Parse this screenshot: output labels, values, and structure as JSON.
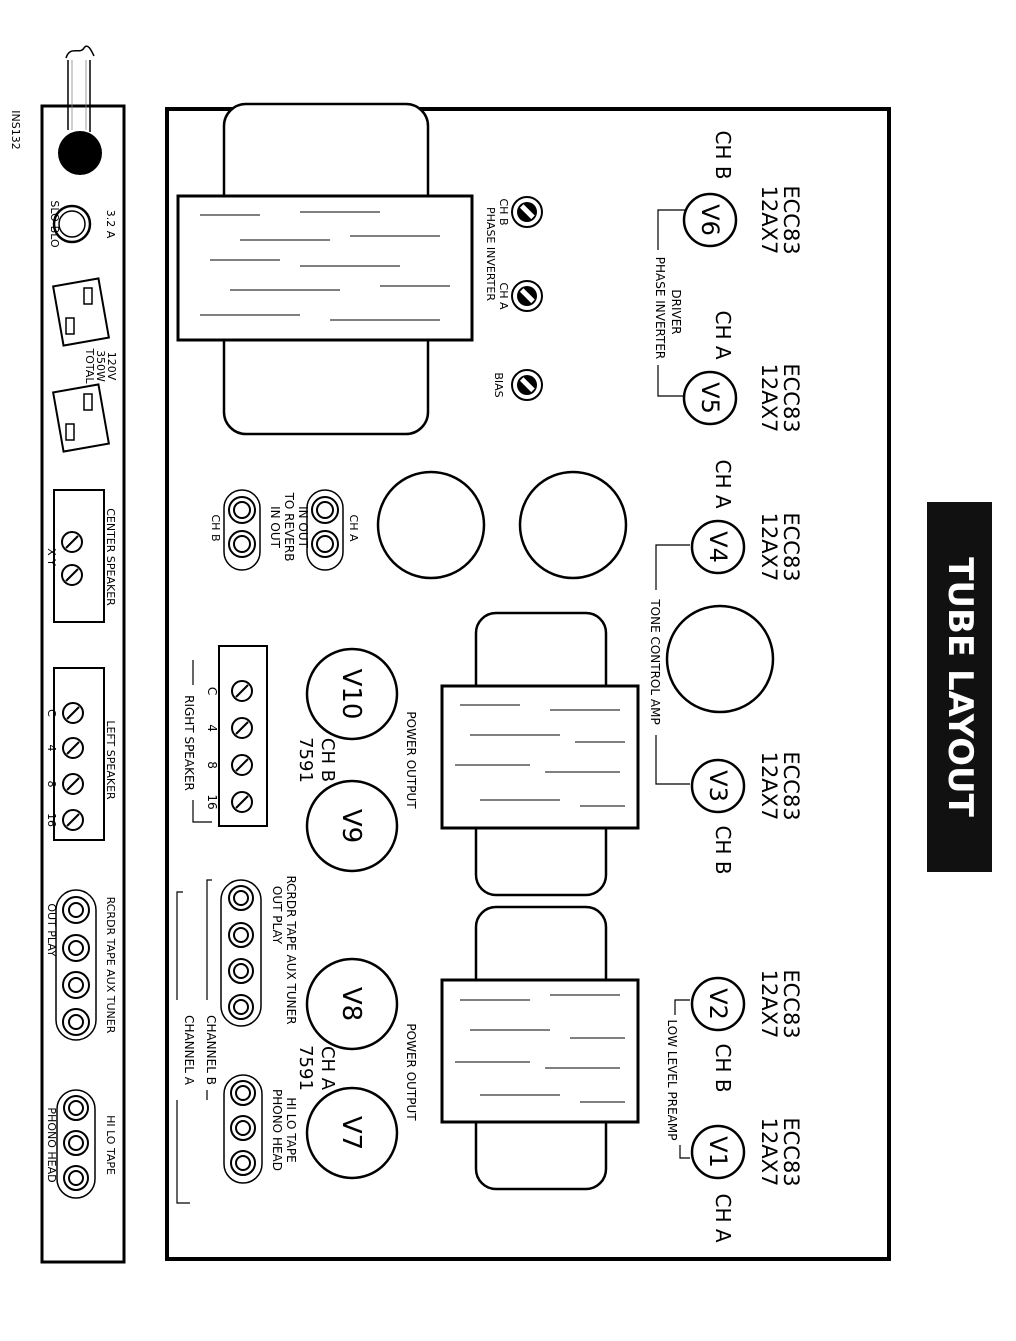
{
  "doc_id": "INS132",
  "title": "TUBE LAYOUT",
  "tubes": [
    {
      "id": "V1",
      "type": "ECC83",
      "alt": "12AX7",
      "channel": "CH A"
    },
    {
      "id": "V2",
      "type": "ECC83",
      "alt": "12AX7",
      "channel": "CH B"
    },
    {
      "id": "V3",
      "type": "ECC83",
      "alt": "12AX7",
      "channel": "CH B"
    },
    {
      "id": "V4",
      "type": "ECC83",
      "alt": "12AX7",
      "channel": "CH A"
    },
    {
      "id": "V5",
      "type": "ECC83",
      "alt": "12AX7",
      "channel": "CH A"
    },
    {
      "id": "V6",
      "type": "ECC83",
      "alt": "12AX7",
      "channel": "CH B"
    },
    {
      "id": "V7",
      "type": "",
      "alt": "",
      "channel": ""
    },
    {
      "id": "V8",
      "type": "7591",
      "alt": "",
      "channel": "CH A"
    },
    {
      "id": "V9",
      "type": "",
      "alt": "",
      "channel": ""
    },
    {
      "id": "V10",
      "type": "7591",
      "alt": "",
      "channel": "CH B"
    }
  ],
  "group_labels": {
    "low_level_preamp": "LOW LEVEL PREAMP",
    "tone_control_amp": "TONE CONTROL AMP",
    "driver_line1": "DRIVER",
    "driver_line2": "PHASE INVERTER",
    "power_output_a": "POWER OUTPUT",
    "power_output_b": "POWER OUTPUT"
  },
  "pots": {
    "ch_b": "CH B",
    "ch_a": "CH A",
    "phase_inverter": "PHASE INVERTER",
    "bias": "BIAS"
  },
  "reverb": {
    "ch_a": "CH A",
    "ch_b": "CH B",
    "line1": "IN  OUT",
    "line2": "TO REVERB",
    "line3": "IN  OUT"
  },
  "right_speaker": {
    "label": "RIGHT SPEAKER",
    "taps": [
      "C",
      "4",
      "8",
      "16"
    ]
  },
  "inputs_channel_b": {
    "label": "CHANNEL B",
    "top": "RCRDR TAPE AUX TUNER",
    "bottom": "OUT PLAY"
  },
  "inputs_channel_a_label": "CHANNEL A",
  "phono_top": {
    "top": "HI  LO  TAPE",
    "bottom": "PHONO HEAD"
  },
  "rear_panel": {
    "fuse_line1": "3.2 A",
    "fuse_line2": "SLO-BLO",
    "outlet_line1": "120V",
    "outlet_line2": "350W",
    "outlet_line3": "TOTAL",
    "center_speaker": "CENTER SPEAKER",
    "center_taps": "X        Y",
    "left_speaker": "LEFT SPEAKER",
    "left_taps": [
      "C",
      "4",
      "8",
      "16"
    ],
    "inputs_top": "RCRDR TAPE AUX TUNER",
    "inputs_bottom": "OUT  PLAY",
    "phono_top": "HI  LO  TAPE",
    "phono_bottom": "PHONO  HEAD"
  }
}
